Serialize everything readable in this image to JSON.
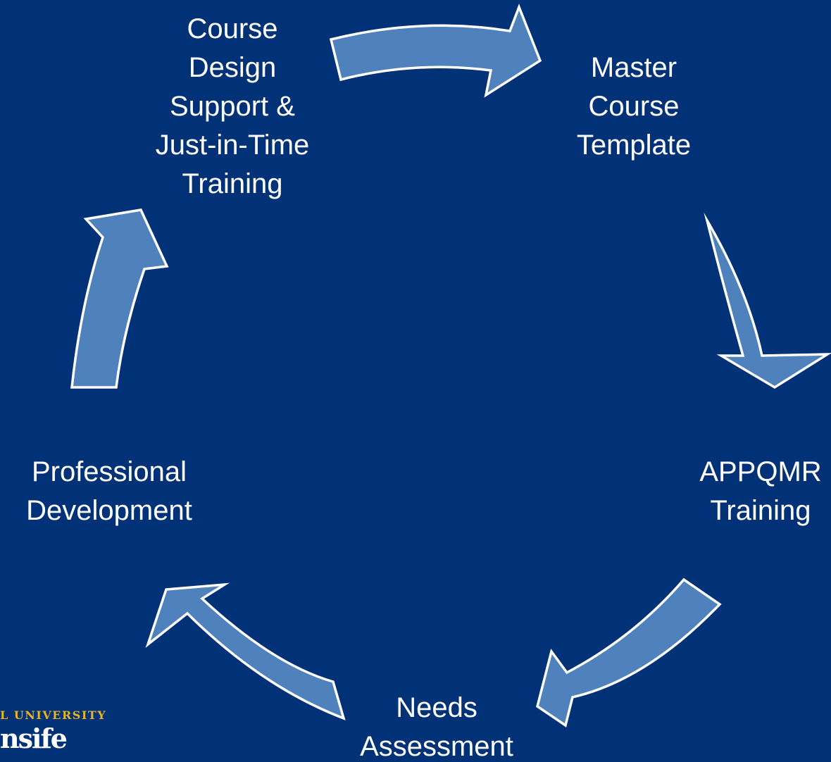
{
  "diagram": {
    "colors": {
      "background": "#013176",
      "arrow_fill": "#4f81bd",
      "arrow_outline": "#ffffff",
      "text": "#ffffff",
      "logo_accent": "#e8b523"
    },
    "nodes": {
      "course_design": [
        "Course",
        "Design",
        "Support &",
        "Just-in-Time",
        "Training"
      ],
      "master_template": [
        "Master",
        "Course",
        "Template"
      ],
      "appqmr": [
        "APPQMR",
        "Training"
      ],
      "needs_assessment": [
        "Needs",
        "Assessment"
      ],
      "professional_development": [
        "Professional",
        "Development"
      ]
    },
    "flow_direction": "clockwise"
  },
  "logo": {
    "top_text": "L UNIVERSITY",
    "bottom_text": "nsife"
  }
}
